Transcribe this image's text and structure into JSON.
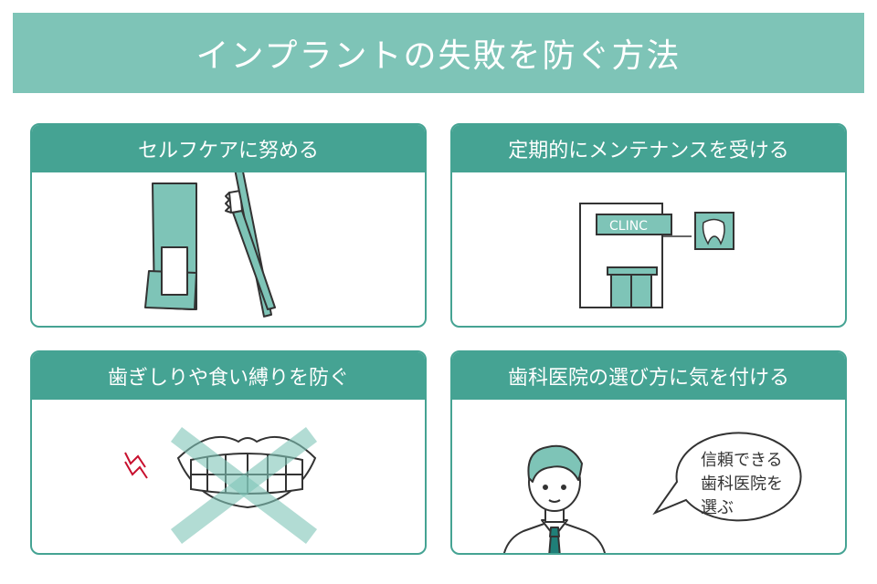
{
  "title": "インプラントの失敗を防ぐ方法",
  "colors": {
    "banner": "#7ec4b7",
    "header": "#45a393",
    "accent": "#7ec4b7",
    "line": "#333333",
    "alert": "#c8102e",
    "tie": "#1f7f78"
  },
  "cards": [
    {
      "title": "セルフケアに努める",
      "icons": [
        "toothpaste-tube-icon",
        "toothbrush-icon"
      ]
    },
    {
      "title": "定期的にメンテナンスを受ける",
      "icons": [
        "clinic-building-icon",
        "tooth-sign-icon"
      ],
      "clinic_sign": "CLINC"
    },
    {
      "title": "歯ぎしりや食い縛りを防ぐ",
      "icons": [
        "clenched-teeth-icon",
        "cross-mark-icon",
        "zigzag-alert-icon"
      ]
    },
    {
      "title": "歯科医院の選び方に気を付ける",
      "icons": [
        "doctor-icon",
        "speech-bubble-icon"
      ],
      "bubble_lines": [
        "信頼できる",
        "歯科医院を",
        "選ぶ"
      ]
    }
  ]
}
